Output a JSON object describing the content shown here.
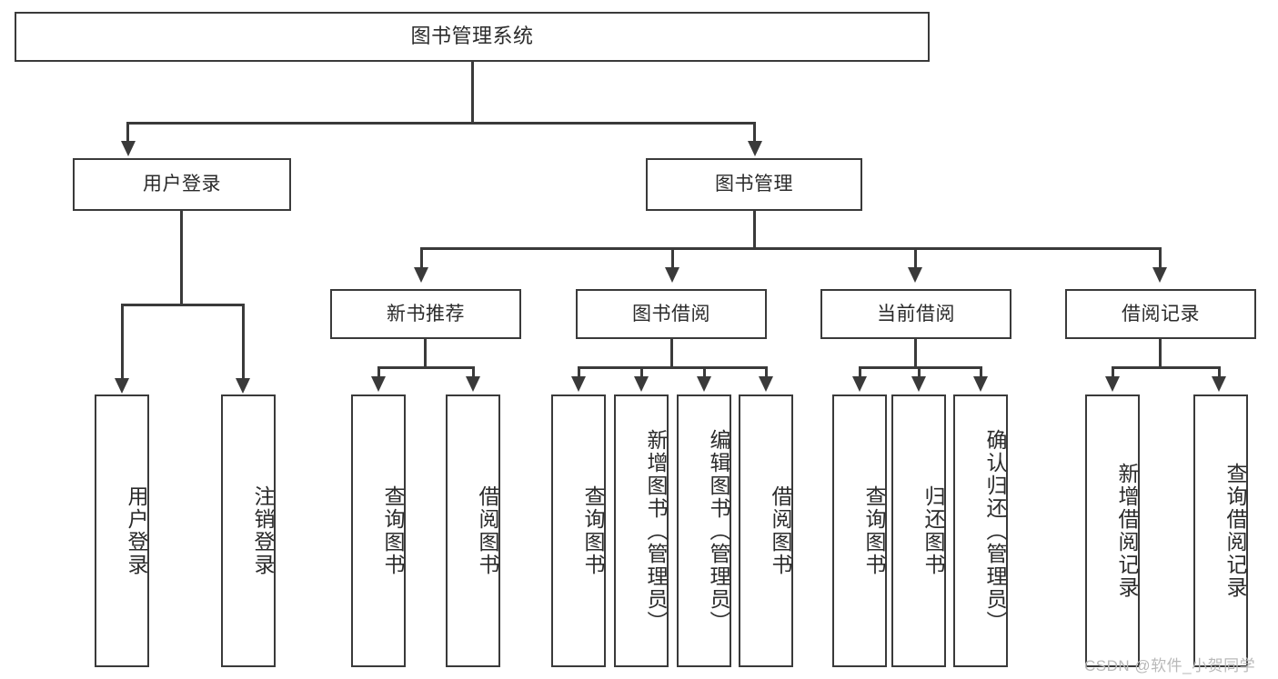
{
  "diagram": {
    "title": "图书管理系统",
    "type": "hierarchy-tree",
    "watermark": "CSDN @软件_小贺同学",
    "colors": {
      "background": "#ffffff",
      "stroke": "#3a3a3a",
      "text": "#2b2b2b",
      "watermark": "#b9b9b9"
    },
    "root": {
      "label": "图书管理系统"
    },
    "level2": [
      {
        "label": "用户登录"
      },
      {
        "label": "图书管理"
      }
    ],
    "level3": [
      {
        "label": "新书推荐"
      },
      {
        "label": "图书借阅"
      },
      {
        "label": "当前借阅"
      },
      {
        "label": "借阅记录"
      }
    ],
    "leaves": {
      "user_login": [
        {
          "label": "用户登录"
        },
        {
          "label": "注销登录"
        }
      ],
      "new_book": [
        {
          "label": "查询图书"
        },
        {
          "label": "借阅图书"
        }
      ],
      "book_borrow": [
        {
          "label": "查询图书"
        },
        {
          "label": "新增图书（管理员）"
        },
        {
          "label": "编辑图书（管理员）"
        },
        {
          "label": "借阅图书"
        }
      ],
      "current_borrow": [
        {
          "label": "查询图书"
        },
        {
          "label": "归还图书"
        },
        {
          "label": "确认归还（管理员）"
        }
      ],
      "borrow_record": [
        {
          "label": "新增借阅记录"
        },
        {
          "label": "查询借阅记录"
        }
      ]
    }
  }
}
